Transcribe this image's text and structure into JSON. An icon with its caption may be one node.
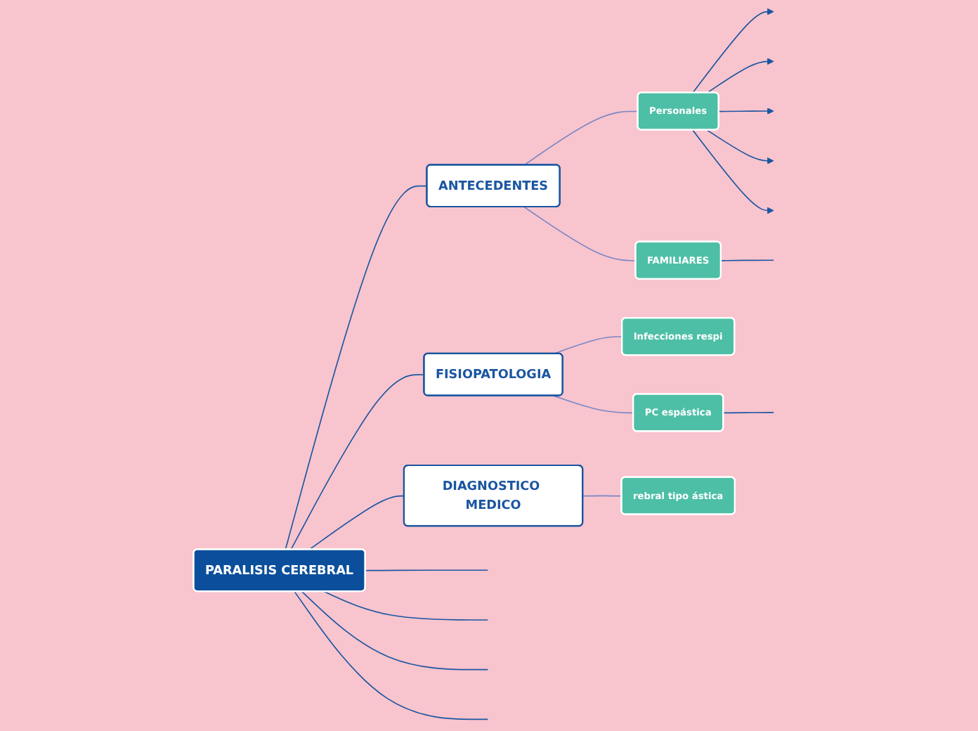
{
  "diagram": {
    "nodes": [
      {
        "text": [
          "PARALISIS CEREBRAL"
        ]
      },
      {
        "text": [
          "ANTECEDENTES"
        ]
      },
      {
        "text": [
          "Personales"
        ]
      },
      {
        "text": [
          "FAMILIARES"
        ]
      },
      {
        "text": [
          "FISIOPATOLOGIA"
        ]
      },
      {
        "text": [
          "Infecciones respi"
        ]
      },
      {
        "text": [
          "PC espástica"
        ]
      },
      {
        "text": [
          "DIAGNOSTICO MEDICO"
        ]
      },
      {
        "text": [
          "rebral tipo ástica"
        ]
      }
    ],
    "edges": [
      {
        "from": 0,
        "to": null,
        "arrow": "none"
      },
      {
        "from": 0,
        "to": null,
        "arrow": "none"
      },
      {
        "from": 0,
        "to": 1,
        "arrow": "none"
      },
      {
        "from": 1,
        "to": 2,
        "arrow": "none",
        "color": "#7b86c4"
      },
      {
        "from": 1,
        "to": 3,
        "arrow": "none",
        "color": "#7b86c4"
      },
      {
        "from": 2,
        "to": null,
        "arrow": "to"
      },
      {
        "from": 2,
        "to": null,
        "arrow": "to"
      },
      {
        "from": 2,
        "to": null,
        "arrow": "to"
      },
      {
        "from": 2,
        "to": null,
        "arrow": "to"
      },
      {
        "from": 2,
        "to": null,
        "arrow": "to"
      },
      {
        "from": 3,
        "to": null,
        "arrow": "none"
      },
      {
        "from": 0,
        "to": 4,
        "arrow": "none"
      },
      {
        "from": 4,
        "to": 5,
        "arrow": "none",
        "color": "#7b86c4"
      },
      {
        "from": 4,
        "to": 6,
        "arrow": "none",
        "color": "#7b86c4"
      },
      {
        "from": 6,
        "to": null,
        "arrow": "none"
      },
      {
        "from": 0,
        "to": 7,
        "arrow": "none"
      },
      {
        "from": 7,
        "to": 8,
        "arrow": "none",
        "color": "#7b86c4"
      },
      {
        "from": 0,
        "to": null,
        "arrow": "none"
      },
      {
        "from": 0,
        "to": null,
        "arrow": "none"
      }
    ]
  }
}
